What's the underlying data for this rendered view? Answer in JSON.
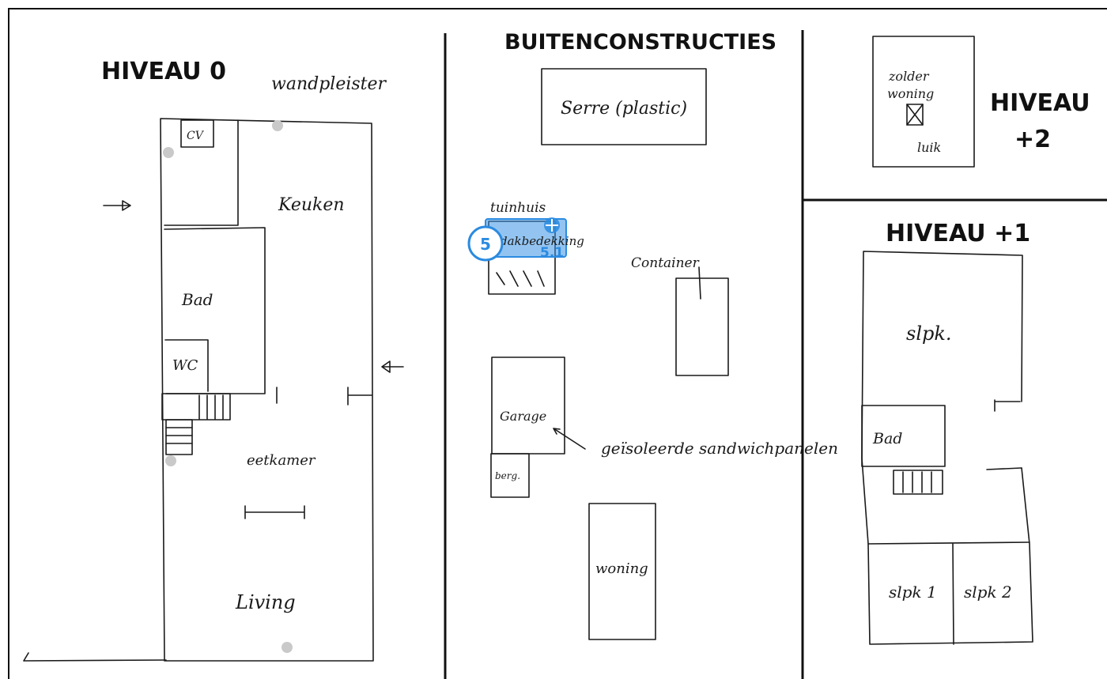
{
  "panels": {
    "niveau0": {
      "title": "HIVEAU 0",
      "labels": {
        "wandpleister": "wandpleister",
        "cv": "CV",
        "keuken": "Keuken",
        "bad": "Bad",
        "wc": "WC",
        "eetkamer": "eetkamer",
        "living": "Living"
      }
    },
    "buiten": {
      "title": "BUITENCONSTRUCTIES",
      "labels": {
        "serre": "Serre (plastic)",
        "tuinhuis": "tuinhuis",
        "dakbedekking": "dakbedekking",
        "container": "Container",
        "garage": "Garage",
        "garage_small": "berg.",
        "geisoleerde": "geïsoleerde sandwichpanelen",
        "woning": "woning"
      }
    },
    "niveau2": {
      "title_line1": "HIVEAU",
      "title_line2": "+2",
      "labels": {
        "zolder": "zolder",
        "woning": "woning",
        "luik": "luik"
      }
    },
    "niveau1": {
      "title": "HIVEAU +1",
      "labels": {
        "slpk": "slpk.",
        "bad": "Bad",
        "slpk1": "slpk 1",
        "slpk2": "slpk 2"
      }
    }
  },
  "selection": {
    "badge": "5",
    "label": "5.1",
    "color": "#2b8be0"
  }
}
